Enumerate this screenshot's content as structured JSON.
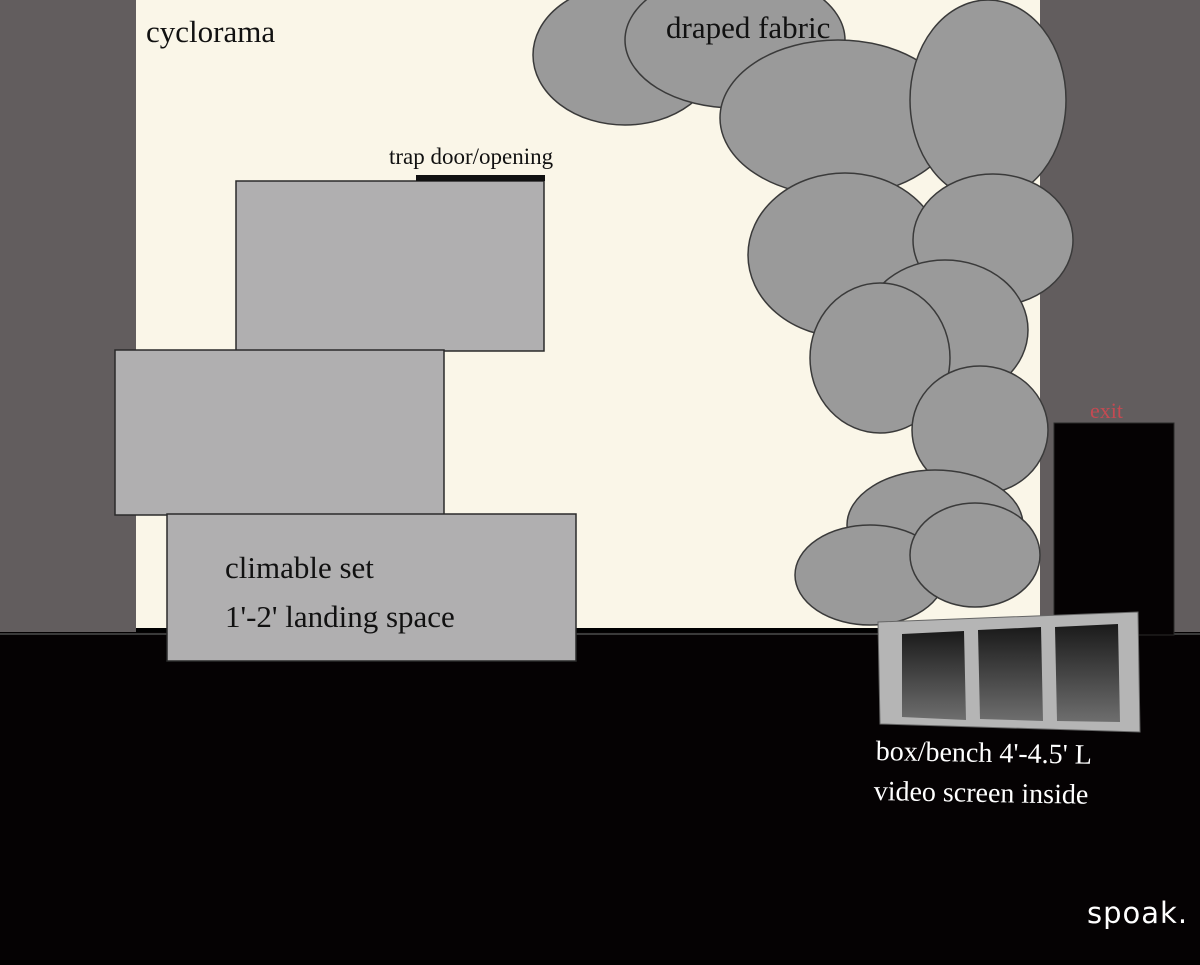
{
  "labels": {
    "cyclorama": "cyclorama",
    "draped_fabric": "draped fabric",
    "trap_door": "trap door/opening",
    "climbable_line1": "climable set",
    "climbable_line2": "1'-2' landing space",
    "exit": "exit",
    "bench_line1": "box/bench 4'-4.5' L",
    "bench_line2": "video screen inside"
  },
  "brand": {
    "logo": "spoak."
  },
  "colors": {
    "side_walls": "#625d5e",
    "cyclorama": "#faf6e8",
    "floor": "#050203",
    "set_blocks": "#b0afb0",
    "fabric": "#9a9a9a",
    "exit_text": "#c44a52",
    "exit_door": "#050203",
    "bench_frame": "#b5b5b5"
  }
}
